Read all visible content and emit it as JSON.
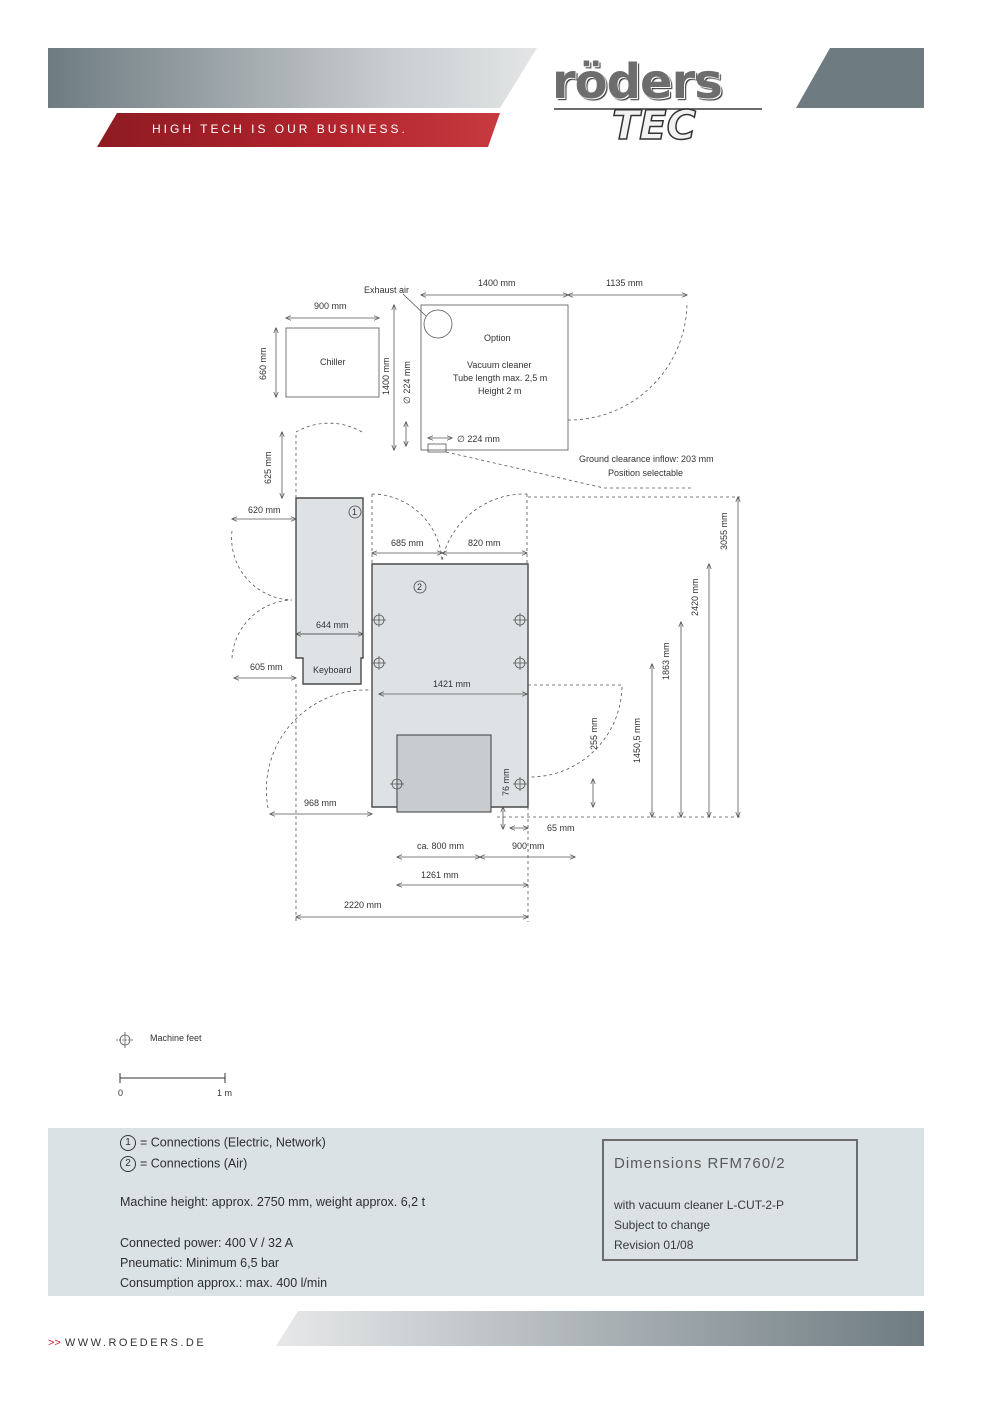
{
  "header": {
    "slogan": "HIGH TECH IS OUR BUSINESS.",
    "logo_main": "röders",
    "logo_sub": "TEC",
    "brand_grey": "#6f7d83",
    "brand_red": "#b3242d"
  },
  "drawing": {
    "exhaust_air": "Exhaust air",
    "dim_1400_top": "1400 mm",
    "dim_1135": "1135 mm",
    "dim_900_chiller": "900 mm",
    "chiller_label": "Chiller",
    "dim_660": "660 mm",
    "dim_1400_side": "1400 mm",
    "dim_224_vert": "∅ 224 mm",
    "option_title": "Option",
    "vac_line1": "Vacuum cleaner",
    "vac_line2": "Tube length max. 2,5 m",
    "vac_line3": "Height 2 m",
    "dim_224_horiz": "∅ 224 mm",
    "ground_clearance": "Ground clearance inflow: 203 mm",
    "position_selectable": "Position selectable",
    "dim_625": "625 mm",
    "dim_620": "620 mm",
    "dim_685": "685 mm",
    "dim_820": "820 mm",
    "marker_1": "1",
    "marker_2": "2",
    "dim_644": "644 mm",
    "dim_605": "605 mm",
    "keyboard_label": "Keyboard",
    "dim_1421": "1421 mm",
    "dim_3055": "3055 mm",
    "dim_2420": "2420 mm",
    "dim_1863": "1863 mm",
    "dim_1450": "1450,5 mm",
    "dim_255": "255 mm",
    "dim_76": "76 mm",
    "dim_65": "65 mm",
    "dim_968": "968 mm",
    "dim_ca800": "ca. 800 mm",
    "dim_900_bottom": "900 mm",
    "dim_1261": "1261 mm",
    "dim_2220": "2220 mm"
  },
  "legend": {
    "machine_feet": "Machine feet",
    "scale_zero": "0",
    "scale_one": "1 m"
  },
  "info": {
    "conn1_num": "1",
    "conn1_text": "= Connections (Electric, Network)",
    "conn2_num": "2",
    "conn2_text": "= Connections (Air)",
    "machine_height": "Machine height: approx. 2750 mm, weight approx. 6,2 t",
    "connected_power": "Connected power: 400 V / 32 A",
    "pneumatic": "Pneumatic: Minimum 6,5 bar",
    "consumption": "Consumption approx.: max. 400 l/min"
  },
  "dimensions_box": {
    "title": "Dimensions RFM760/2",
    "line1": "with vacuum cleaner L-CUT-2-P",
    "line2": "Subject to change",
    "line3": "Revision 01/08"
  },
  "footer": {
    "arrows": ">>",
    "url": "WWW.ROEDERS.DE"
  }
}
